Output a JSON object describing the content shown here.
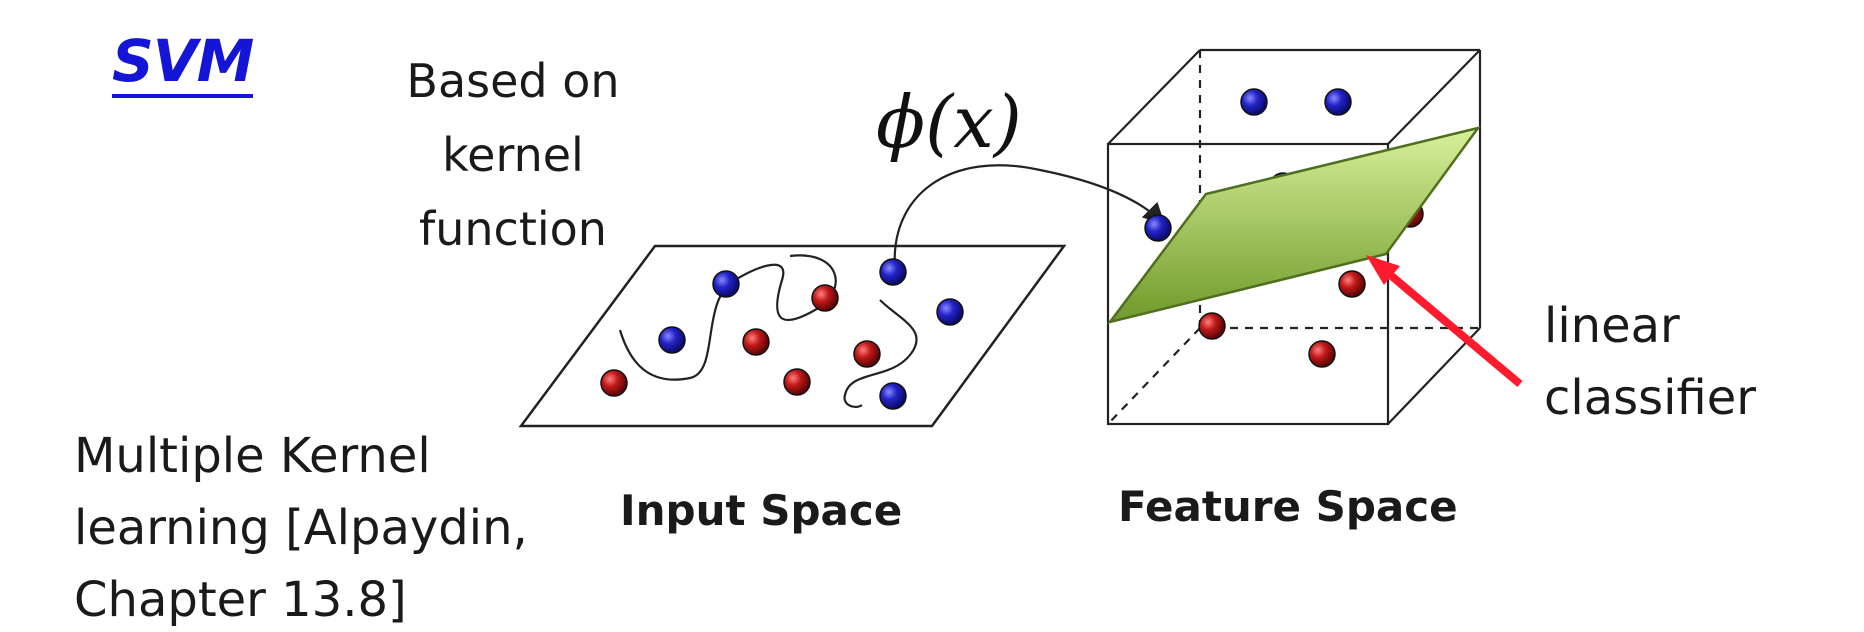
{
  "title": "SVM",
  "kernel_note": [
    "Based on",
    "kernel",
    "function"
  ],
  "phi_label": "ϕ(x)",
  "mkl_note": [
    "Multiple Kernel",
    "learning [Alpaydin,",
    "Chapter 13.8]"
  ],
  "input_space_label": "Input Space",
  "feature_space_label": "Feature Space",
  "classifier_label": [
    "linear",
    "classifier"
  ],
  "colors": {
    "title": "#1515d8",
    "blue_point": "#2323c8",
    "red_point": "#c01818",
    "plane_top": "#d8f09a",
    "plane_bottom": "#6f9a2a",
    "arrow": "#ff1a2e"
  }
}
